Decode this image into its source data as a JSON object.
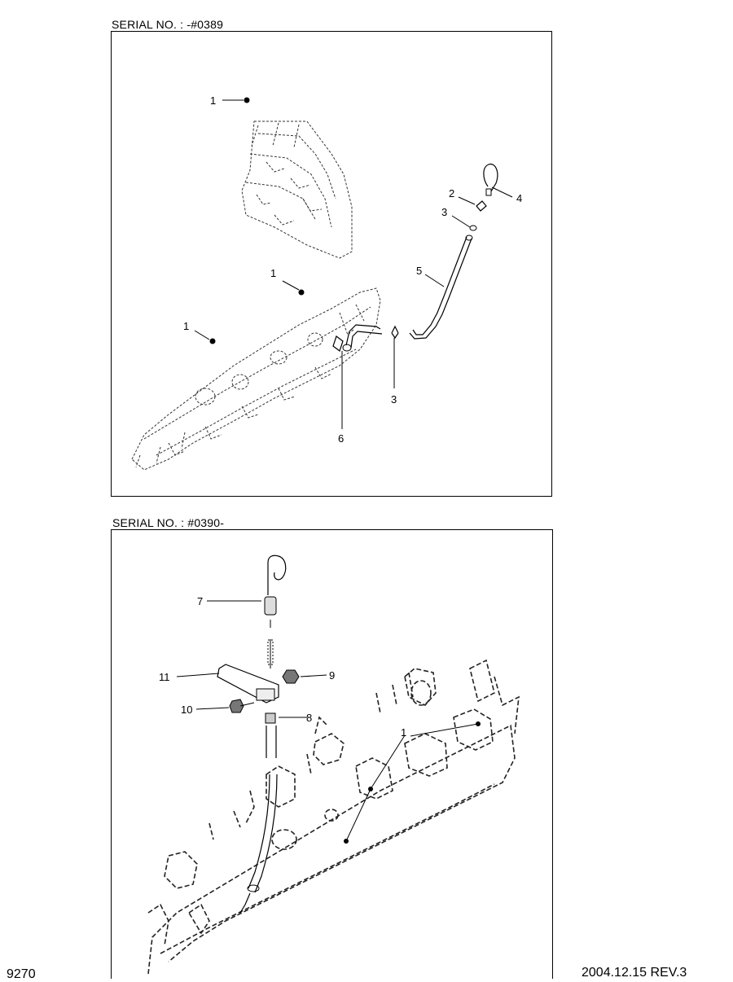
{
  "diagram_top": {
    "serial_label": "SERIAL NO. : -#0389",
    "callouts": {
      "c1a": "1",
      "c1b": "1",
      "c1c": "1",
      "c2": "2",
      "c3a": "3",
      "c3b": "3",
      "c4": "4",
      "c5": "5",
      "c6": "6"
    }
  },
  "diagram_bottom": {
    "serial_label": "SERIAL NO. : #0390-",
    "callouts": {
      "c7": "7",
      "c11": "11",
      "c9": "9",
      "c10": "10",
      "c8": "8",
      "c1": "1"
    }
  },
  "footer": {
    "page_ref": "9270",
    "date_rev": "2004.12.15  REV.3"
  }
}
